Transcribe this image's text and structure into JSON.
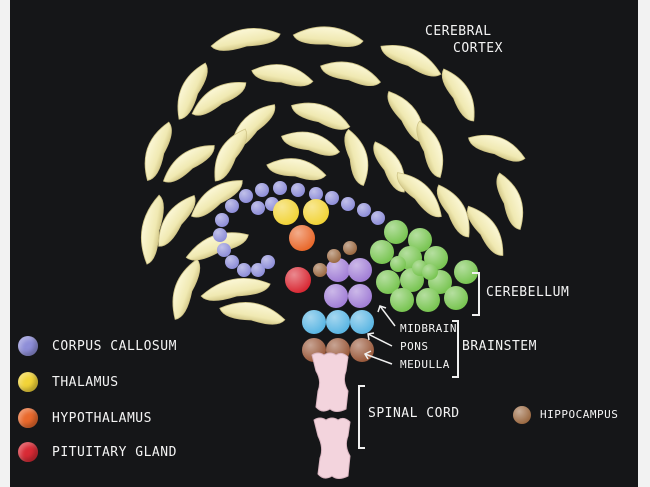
{
  "labels": {
    "cerebral_cortex": [
      "CEREBRAL",
      "CORTEX"
    ],
    "cerebellum": "CEREBELLUM",
    "midbrain": "MIDBRAIN",
    "pons": "PONS",
    "medulla": "MEDULLA",
    "brainstem": "BRAINSTEM",
    "spinal_cord": "SPINAL CORD",
    "hippocampus": "HIPPOCAMPUS"
  },
  "legend": [
    {
      "label": "CORPUS CALLOSUM",
      "color": "#8e8ed8"
    },
    {
      "label": "THALAMUS",
      "color": "#f2d438"
    },
    {
      "label": "HYPOTHALAMUS",
      "color": "#e9692c"
    },
    {
      "label": "PITUITARY GLAND",
      "color": "#d92a35"
    }
  ],
  "hippocampus_color": "#9b6a43",
  "colors": {
    "banana": "#f3edb9",
    "banana_shade": "#d9cf93",
    "cerebellum": "#79c552",
    "midbrain": "#a27fd6",
    "pons": "#5bb6e3",
    "medulla": "#9a5a3c",
    "spinal_cord": "#f3d4dd"
  }
}
